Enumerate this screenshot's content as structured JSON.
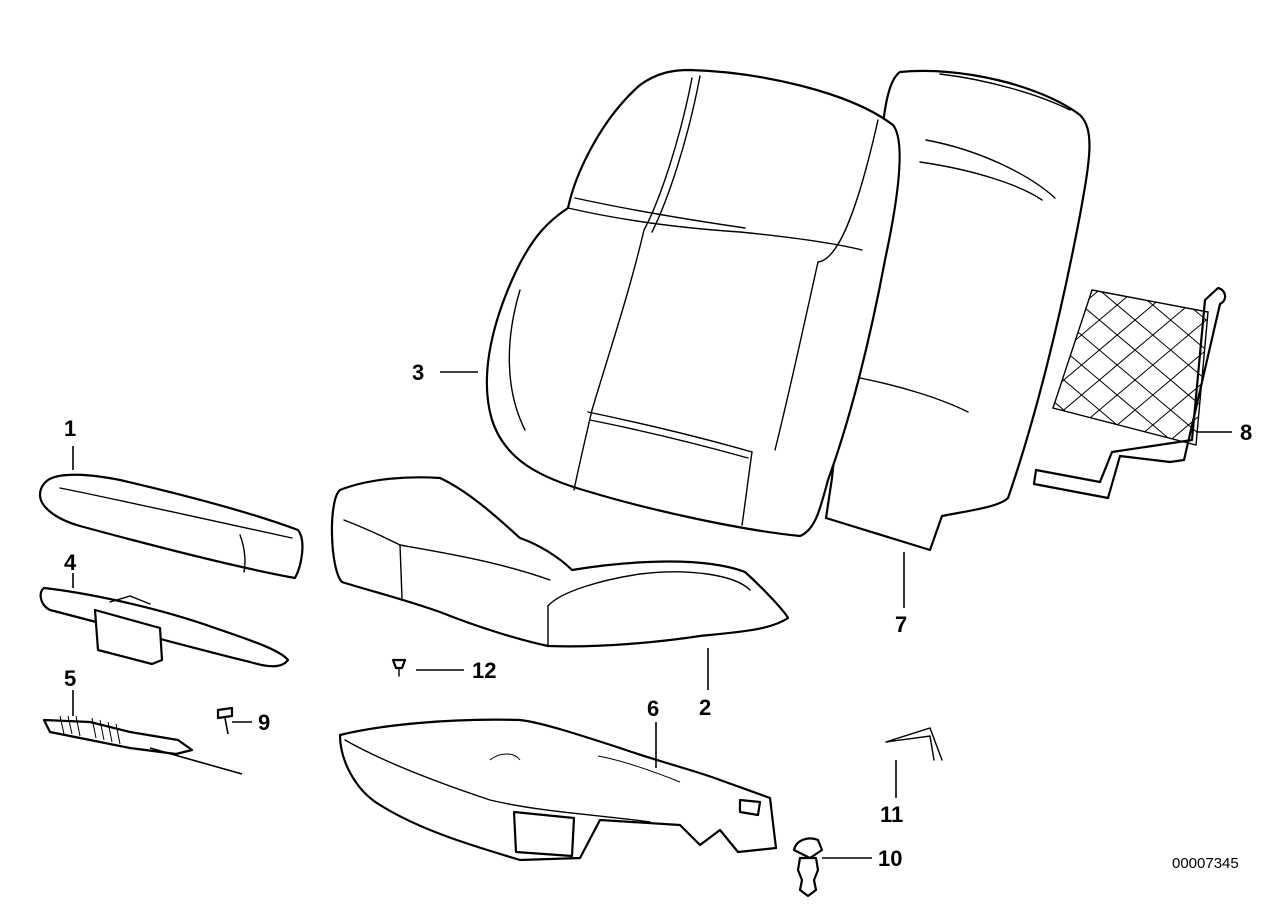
{
  "callouts": {
    "c1": "1",
    "c2": "2",
    "c3": "3",
    "c4": "4",
    "c5": "5",
    "c6": "6",
    "c7": "7",
    "c8": "8",
    "c9": "9",
    "c10": "10",
    "c11": "11",
    "c12": "12"
  },
  "drawing_number": "00007345",
  "colors": {
    "line": "#000000",
    "background": "#ffffff"
  }
}
